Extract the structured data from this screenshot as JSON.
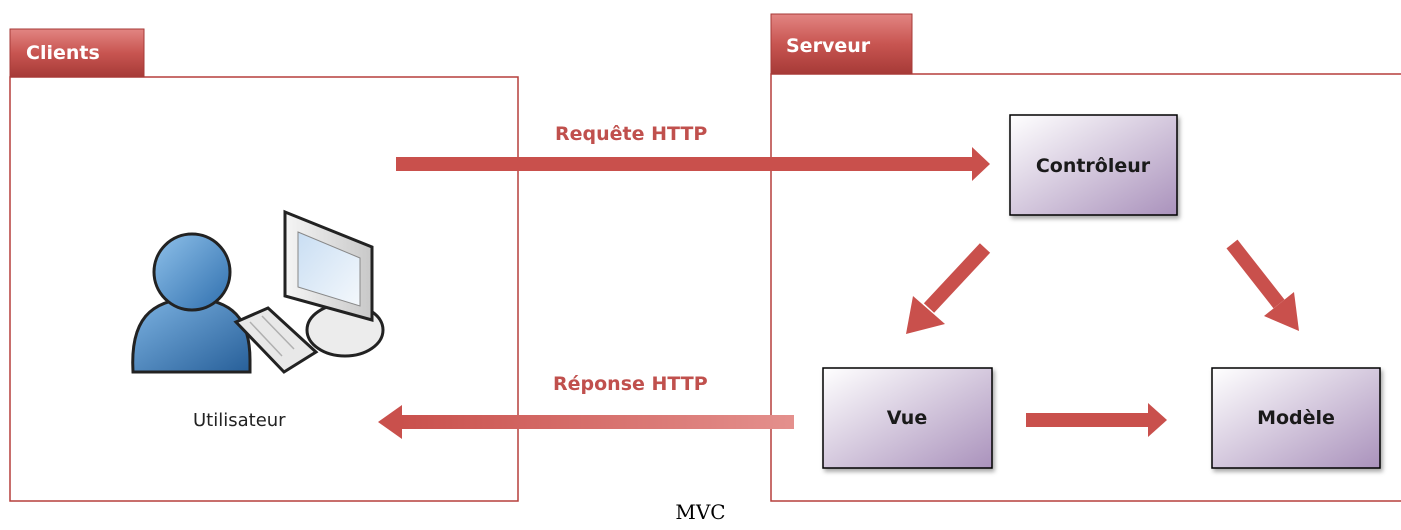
{
  "clients": {
    "tab_label": "Clients",
    "user_label": "Utilisateur"
  },
  "server": {
    "tab_label": "Serveur",
    "controller_label": "Contrôleur",
    "view_label": "Vue",
    "model_label": "Modèle"
  },
  "arrows": {
    "request_label": "Requête HTTP",
    "response_label": "Réponse HTTP"
  },
  "caption": "MVC",
  "colors": {
    "accent": "#c0504d",
    "box_fill_light": "#ffffff",
    "box_fill_dark": "#aa92bc"
  },
  "icons": [
    "user-icon",
    "computer-icon"
  ]
}
